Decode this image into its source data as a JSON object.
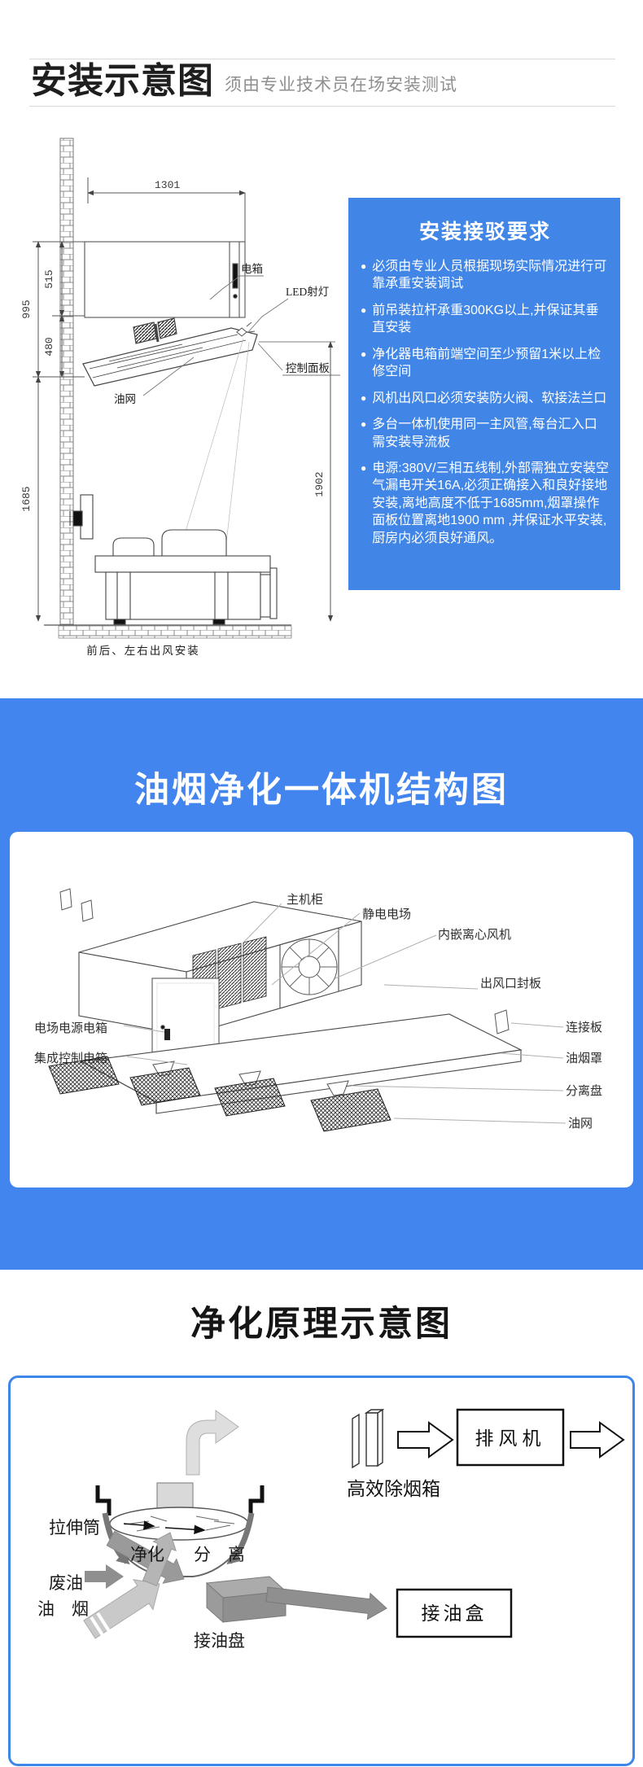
{
  "colors": {
    "panel_blue": "#4186e6",
    "section_blue": "#4285ee",
    "border_blue": "#3f86ea"
  },
  "install_section": {
    "title": "安装示意图",
    "subtitle": "须由专业技术员在场安装测试",
    "drawing": {
      "dims": {
        "top_width": "1301",
        "wall_to_hood": "995",
        "cabinet_height": "515",
        "hood_height": "480",
        "floor_clearance": "1685",
        "panel_height": "1902"
      },
      "labels": {
        "electric_box": "电箱",
        "led_light": "LED射灯",
        "control_panel": "控制面板",
        "oil_mesh": "油网"
      },
      "caption": "前后、左右出风安装"
    },
    "requirements": {
      "title": "安装接驳要求",
      "bullet": "●",
      "items": [
        "必须由专业人员根据现场实际情况进行可靠承重安装调试",
        "前吊装拉杆承重300KG以上,并保证其垂直安装",
        "净化器电箱前端空间至少预留1米以上检修空间",
        "风机出风口必须安装防火阀、软接法兰口",
        "多台一体机使用同一主风管,每台汇入口需安装导流板",
        "电源:380V/三相五线制,外部需独立安装空气漏电开关16A,必须正确接入和良好接地安装,离地高度不低于1685mm,烟罩操作面板位置离地1900 mm ,并保证水平安装,厨房内必须良好通风。"
      ]
    }
  },
  "structure_section": {
    "title": "油烟净化一体机结构图",
    "labels": {
      "main_cabinet": "主机柜",
      "esp_field": "静电电场",
      "centrifugal_fan": "内嵌离心风机",
      "outlet_plate": "出风口封板",
      "field_power_box": "电场电源电箱",
      "control_box": "集成控制电箱",
      "connect_plate": "连接板",
      "smoke_hood": "油烟罩",
      "separator_disc": "分离盘",
      "oil_mesh": "油网"
    }
  },
  "principle_section": {
    "title": "净化原理示意图",
    "labels": {
      "exhaust_fan": "排风机",
      "smoke_removal_box": "高效除烟箱",
      "stretch_tube": "拉伸筒",
      "purify": "净化",
      "separate": "分　离",
      "waste_oil": "废油",
      "oil_smoke": "油　烟",
      "oil_tray": "接油盘",
      "oil_cup": "接油盒"
    }
  }
}
